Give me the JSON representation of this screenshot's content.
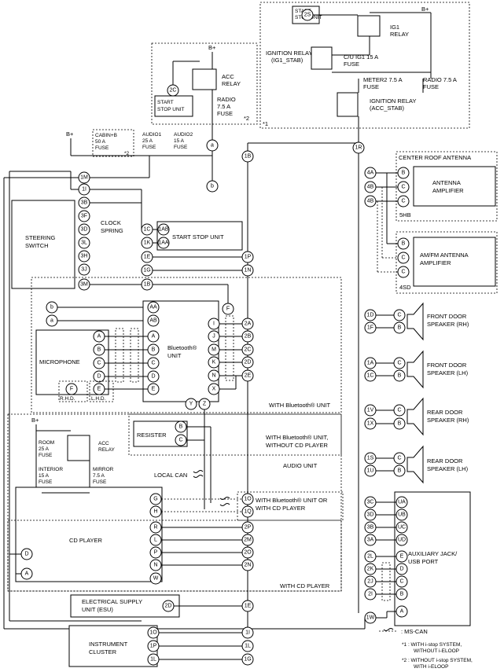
{
  "labels": {
    "bplus": "B+",
    "start_stop_unit_top": "START STOP UNIT",
    "ig1_relay": "IG1 RELAY",
    "ignition_relay_ig1": "IGNITION RELAY (IG1_STAB)",
    "cu_ig1_fuse": "C/U IG1 15 A FUSE",
    "meter2_fuse": "METER2 7.5 A FUSE",
    "radio_fuse_top": "RADIO 7.5 A FUSE",
    "ignition_relay_acc": "IGNITION RELAY (ACC_STAB)",
    "note1_mark": "*1",
    "acc_relay": "ACC RELAY",
    "radio_fuse": "RADIO 7.5 A FUSE",
    "start_stop_unit_mid": "START STOP UNIT",
    "note2_mark": "*2",
    "cabin_fuse": "CABIN+B 50 A FUSE",
    "audio1_fuse": "AUDIO1 25 A FUSE",
    "audio2_fuse": "AUDIO2 15 A FUSE",
    "steering_switch": "STEERING SWITCH",
    "clock_spring": "CLOCK SPRING",
    "start_stop_unit": "START STOP UNIT",
    "center_roof_antenna": "CENTER ROOF ANTENNA",
    "antenna_amplifier": "ANTENNA AMPLIFIER",
    "code_5hb": "5HB",
    "amfm_amplifier": "AM/FM ANTENNA AMPLIFIER",
    "code_4sd": "4SD",
    "microphone": "MICROPHONE",
    "bluetooth_unit": "Bluetooth® UNIT",
    "rhd": "R.H.D.",
    "lhd": "L.H.D.",
    "with_bluetooth_unit": "WITH Bluetooth® UNIT",
    "front_door_rh": "FRONT DOOR SPEAKER (RH)",
    "front_door_lh": "FRONT DOOR SPEAKER (LH)",
    "rear_door_rh": "REAR DOOR SPEAKER (RH)",
    "rear_door_lh": "REAR DOOR SPEAKER (LH)",
    "resister": "RESISTER",
    "with_bt_without_cd": "WITH Bluetooth® UNIT, WITHOUT CD PLAYER",
    "room_fuse": "ROOM 25 A FUSE",
    "acc_relay_low": "ACC RELAY",
    "interior_fuse": "INTERIOR 15 A FUSE",
    "mirror_fuse": "MIRROR 7.5 A FUSE",
    "audio_unit": "AUDIO UNIT",
    "local_can": "LOCAL CAN",
    "with_bt_or_cd": "WITH Bluetooth® UNIT OR WITH CD PLAYER",
    "cd_player": "CD PLAYER",
    "with_cd_player": "WITH CD PLAYER",
    "aux_jack": "AUXILIARY JACK/ USB PORT",
    "esu": "ELECTRICAL SUPPLY UNIT (ESU)",
    "instrument_cluster": "INSTRUMENT CLUSTER",
    "ms_can": ": MS-CAN",
    "note1_text": "*1 : WITH i-stop SYSTEM, WITHOUT i-ELOOP",
    "note2_text": "*2 : WITHOUT i-stop SYSTEM, WITH i-ELOOP"
  },
  "terminals": {
    "t2S": "2S",
    "t2C": "2C",
    "ta": "a",
    "tb": "b",
    "t1R": "1R",
    "t1B": "1B",
    "t1M": "1M",
    "t1I": "1I",
    "t3B": "3B",
    "t3F": "3F",
    "t3D": "3D",
    "t3L": "3L",
    "t3H": "3H",
    "t3J": "3J",
    "t3M": "3M",
    "t1C": "1C",
    "t1K": "1K",
    "t1AB": "1AB",
    "t1AA": "1AA",
    "t1E": "1E",
    "t1G": "1G",
    "t1P": "1P",
    "t1N": "1N",
    "t1B2": "1B",
    "t4A": "4A",
    "t4B": "4B",
    "t4Bb": "4B",
    "tAB_B": "B",
    "tAB_C1": "C",
    "tAB_C2": "C",
    "tAM_B": "B",
    "tAM_C1": "C",
    "tAM_C2": "C",
    "tb2": "b",
    "ta2": "a",
    "tAA": "AA",
    "tAB": "AB",
    "tM_A": "A",
    "tM_B": "B",
    "tM_C": "C",
    "tM_D": "D",
    "tM_E": "E",
    "tM_F": "F",
    "tBT_A": "A",
    "tBT_B": "B",
    "tBT_C": "C",
    "tBT_D": "D",
    "tBT_E": "E",
    "tBT_F": "F",
    "tBT_I": "I",
    "tBT_J": "J",
    "tBT_M": "M",
    "tBT_K": "K",
    "tBT_N": "N",
    "tBT_X": "X",
    "tBT_Y": "Y",
    "tBT_Z": "Z",
    "t2A": "2A",
    "t2B": "2B",
    "t2C2": "2C",
    "t2D": "2D",
    "t2E": "2E",
    "t1D": "1D",
    "t1F": "1F",
    "t1A": "1A",
    "t1Cb": "1C",
    "t1V": "1V",
    "t1X": "1X",
    "t1S": "1S",
    "t1U": "1U",
    "sp1C": "C",
    "sp1B": "B",
    "sp2C": "C",
    "sp2B": "B",
    "sp3C": "C",
    "sp3B": "B",
    "sp4C": "C",
    "sp4B": "B",
    "tR_B": "B",
    "tR_C": "C",
    "tZ": "Z",
    "tY": "Y",
    "t1O": "1O",
    "t1Q": "1Q",
    "tG": "G",
    "tH": "H",
    "tR": "R",
    "tL": "L",
    "tP": "P",
    "tN": "N",
    "tW": "W",
    "tD": "D",
    "tA": "A",
    "t2P": "2P",
    "t2M": "2M",
    "t2O": "2O",
    "t2N": "2N",
    "t3C": "3C",
    "t3D2": "3D",
    "t3B2": "3B",
    "t3A": "3A",
    "t2L": "2L",
    "t2K": "2K",
    "t2J": "2J",
    "t2I": "2I",
    "t1W": "1W",
    "tUA": "UA",
    "tUB": "UB",
    "tUC": "UC",
    "tUD": "UD",
    "tE": "E",
    "tD2": "D",
    "tC": "C",
    "tB": "B",
    "tA2": "A",
    "t2D2": "2D",
    "t1E2": "1E",
    "t1O2": "1O",
    "t1P2": "1P",
    "t1L": "1L",
    "t1I2": "1I",
    "t1L2": "1L",
    "t1G2": "1G"
  }
}
